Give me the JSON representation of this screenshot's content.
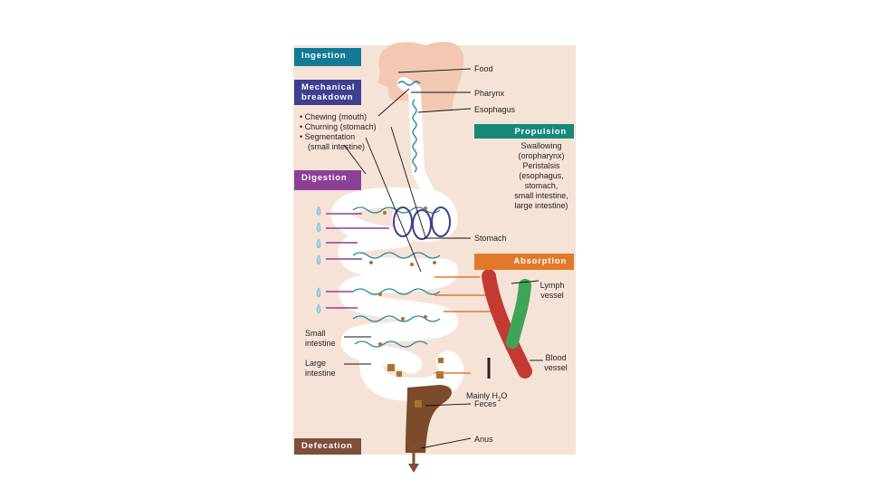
{
  "processes": {
    "ingestion": "Ingestion",
    "mechanical_breakdown": "Mechanical breakdown",
    "digestion": "Digestion",
    "propulsion": "Propulsion",
    "absorption": "Absorption",
    "defecation": "Defecation"
  },
  "mechanical_list": [
    "• Chewing (mouth)",
    "• Churning (stomach)",
    "• Segmentation",
    "(small intestine)"
  ],
  "propulsion_text": "Swallowing\n(oropharynx)\nPeristalsis\n(esophagus,\nstomach,\nsmall intestine,\nlarge intestine)",
  "structures": {
    "food": "Food",
    "pharynx": "Pharynx",
    "esophagus": "Esophagus",
    "stomach": "Stomach",
    "lymph_vessel": "Lymph\nvessel",
    "blood_vessel": "Blood\nvessel",
    "small_intestine": "Small\nintestine",
    "large_intestine": "Large\nintestine",
    "mainly_h2o_prefix": "Mainly H",
    "mainly_h2o_sub": "2",
    "mainly_h2o_suffix": "O",
    "feces": "Feces",
    "anus": "Anus"
  },
  "colors": {
    "ingestion": "#127a96",
    "mechanical": "#3d3f8f",
    "digestion": "#8b3f97",
    "propulsion": "#17897a",
    "absorption": "#e2782b",
    "defecation": "#7d4f3b",
    "background_panel": "#f6e3d7",
    "head": "#f2c8b2",
    "tract": "#ffffff",
    "feces": "#7b4b2c",
    "blood_vessel": "#c23a32",
    "lymph_vessel": "#3ea456"
  },
  "icons": [
    "water-drop-icon",
    "arrow-icon"
  ]
}
